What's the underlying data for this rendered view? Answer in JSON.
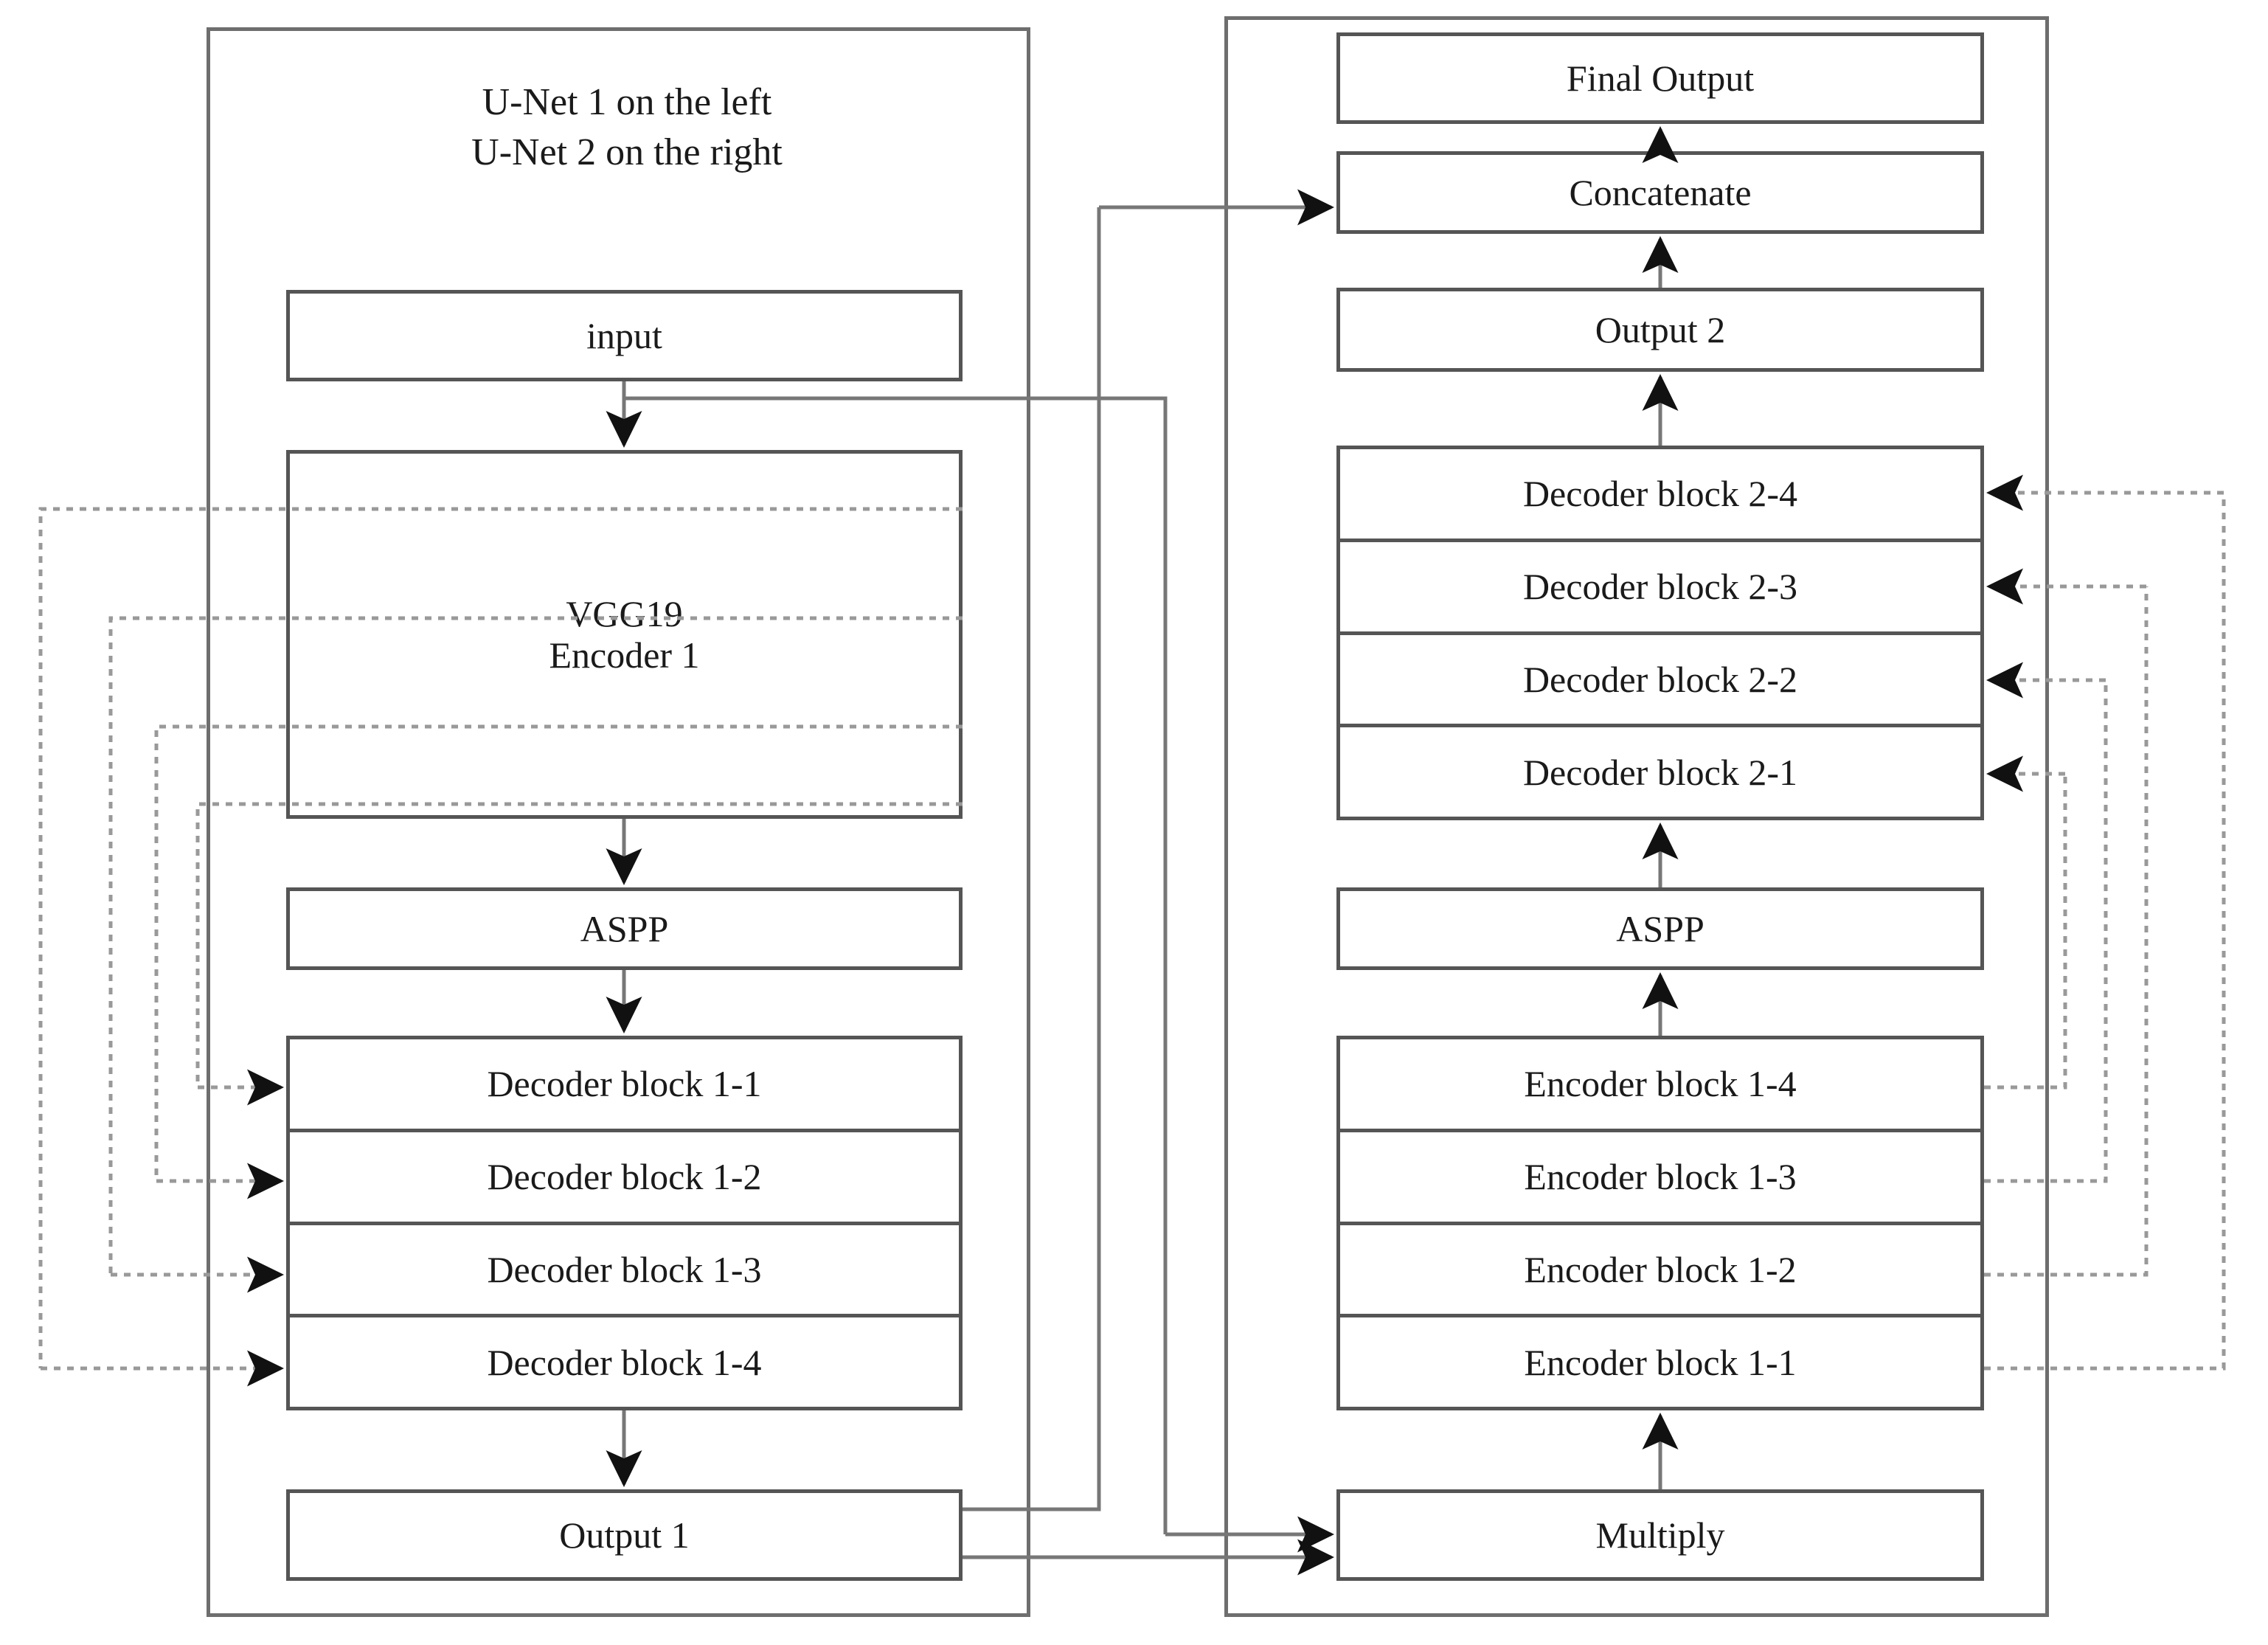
{
  "diagram": {
    "caption": "U-Net 1 on the left\nU-Net 2 on the right",
    "left_panel_label": "U-Net 1",
    "right_panel_label": "U-Net 2"
  },
  "left": {
    "input": "input",
    "encoder": "VGG19\nEncoder 1",
    "encoder_line1": "VGG19",
    "encoder_line2": "Encoder 1",
    "aspp": "ASPP",
    "decoder_blocks": [
      "Decoder block 1-1",
      "Decoder block 1-2",
      "Decoder block 1-3",
      "Decoder block 1-4"
    ],
    "output": "Output 1"
  },
  "right": {
    "final_output": "Final Output",
    "concatenate": "Concatenate",
    "output2": "Output 2",
    "decoder_blocks": [
      "Decoder block 2-4",
      "Decoder block 2-3",
      "Decoder block 2-2",
      "Decoder block 2-1"
    ],
    "aspp": "ASPP",
    "encoder_blocks": [
      "Encoder block 1-4",
      "Encoder block 1-3",
      "Encoder block 1-2",
      "Encoder block 1-1"
    ],
    "multiply": "Multiply"
  },
  "colors": {
    "box_border": "#555555",
    "panel_border": "#6e6e6e",
    "text": "#1a1a1a",
    "solid_connector": "#777777",
    "dotted_connector": "#999999",
    "arrow_head": "#111111",
    "background": "#ffffff"
  }
}
